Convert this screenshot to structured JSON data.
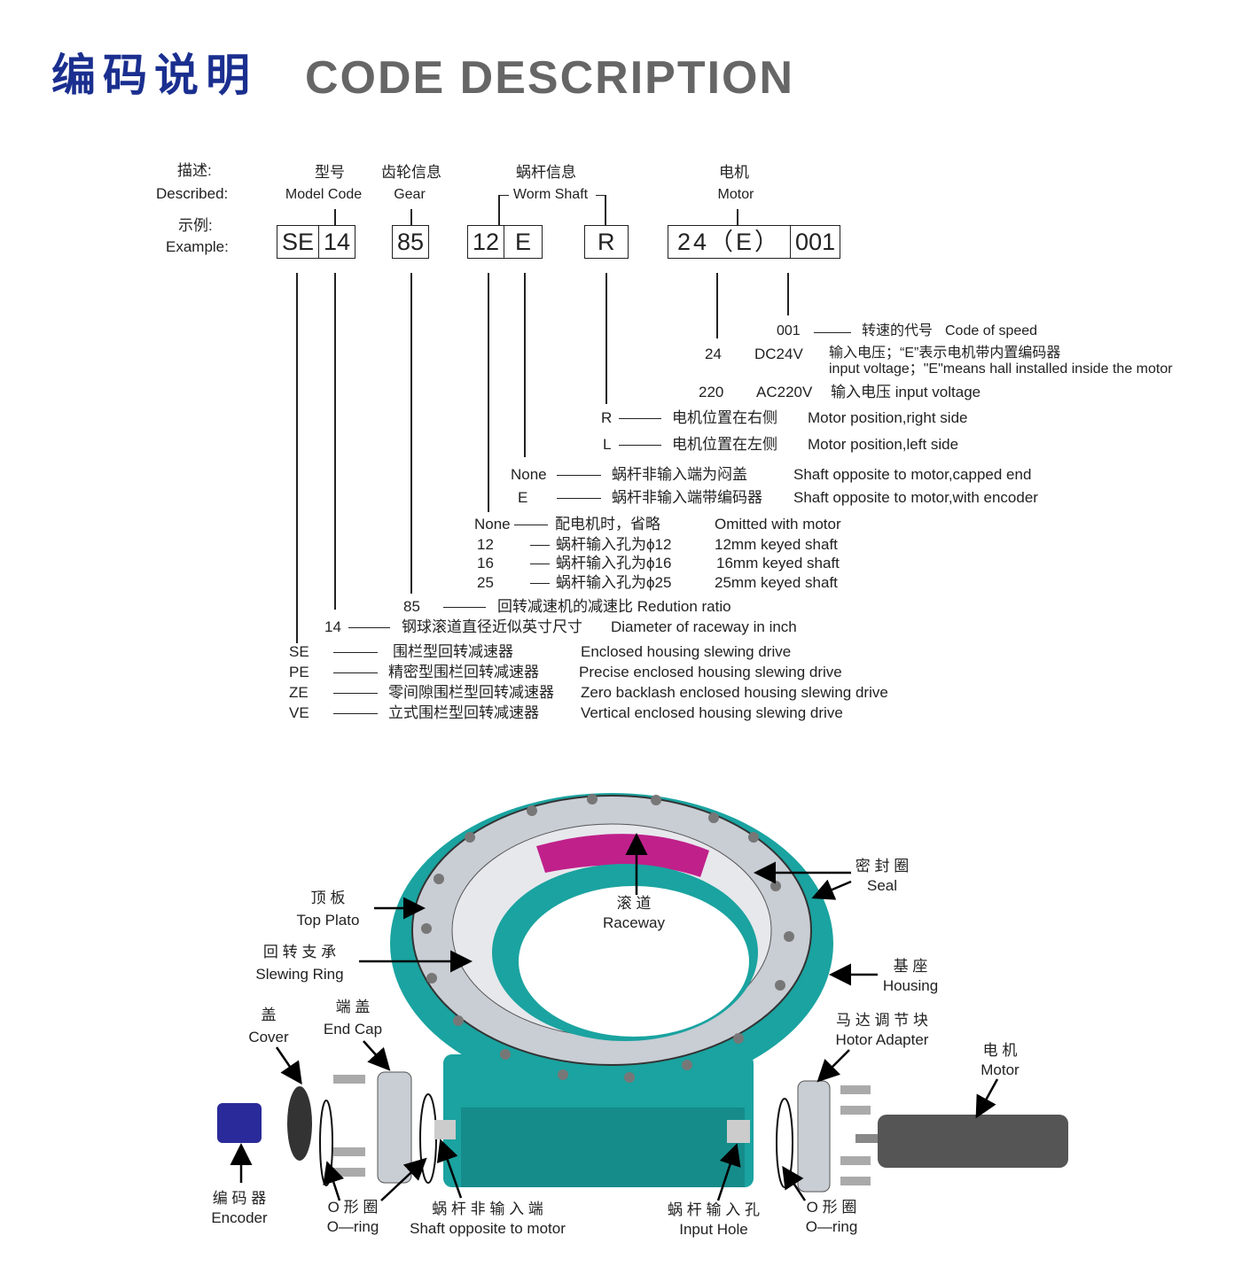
{
  "title": {
    "cn": "编码说明",
    "en": "CODE DESCRIPTION"
  },
  "header": {
    "described_cn": "描述:",
    "described_en": "Described:",
    "example_cn": "示例:",
    "example_en": "Example:",
    "model_cn": "型号",
    "model_en": "Model Code",
    "gear_cn": "齿轮信息",
    "gear_en": "Gear",
    "worm_cn": "蜗杆信息",
    "worm_en": "Worm Shaft",
    "motor_cn": "电机",
    "motor_en": "Motor"
  },
  "example": {
    "model_type": "SE",
    "model_size": "14",
    "gear": "85",
    "worm_input": "12",
    "worm_end": "E",
    "motor_pos": "R",
    "motor_voltage": "24（E）",
    "motor_speed": "001"
  },
  "codes": {
    "speed": {
      "code": "001",
      "cn": "转速的代号",
      "en": "Code of speed"
    },
    "v24": {
      "code": "24",
      "volt": "DC24V",
      "cn": "输入电压；“E”表示电机带内置编码器",
      "en": "input voltage；\"E\"means hall installed inside the motor"
    },
    "v220": {
      "code": "220",
      "volt": "AC220V",
      "cn": "输入电压  input voltage"
    },
    "pos_r": {
      "code": "R",
      "cn": "电机位置在右侧",
      "en": "Motor position,right side"
    },
    "pos_l": {
      "code": "L",
      "cn": "电机位置在左侧",
      "en": "Motor position,left side"
    },
    "end_none": {
      "code": "None",
      "cn": "蜗杆非输入端为闷盖",
      "en": "Shaft opposite to motor,capped end"
    },
    "end_e": {
      "code": "E",
      "cn": "蜗杆非输入端带编码器",
      "en": "Shaft opposite to motor,with encoder"
    },
    "in_none": {
      "code": "None",
      "cn": "配电机时，省略",
      "en": "Omitted with motor"
    },
    "in_12": {
      "code": "12",
      "cn": "蜗杆输入孔为ϕ12",
      "en": "12mm keyed shaft"
    },
    "in_16": {
      "code": "16",
      "cn": "蜗杆输入孔为ϕ16",
      "en": "16mm keyed shaft"
    },
    "in_25": {
      "code": "25",
      "cn": "蜗杆输入孔为ϕ25",
      "en": "25mm keyed shaft"
    },
    "ratio": {
      "code": "85",
      "cn": "回转减速机的减速比  Redution ratio"
    },
    "size": {
      "code": "14",
      "cn": "钢球滚道直径近似英寸尺寸",
      "en": "Diameter of raceway in inch"
    },
    "se": {
      "code": "SE",
      "cn": "围栏型回转减速器",
      "en": "Enclosed housing slewing drive"
    },
    "pe": {
      "code": "PE",
      "cn": "精密型围栏回转减速器",
      "en": "Precise enclosed housing slewing drive"
    },
    "ze": {
      "code": "ZE",
      "cn": "零间隙围栏型回转减速器",
      "en": "Zero backlash enclosed housing slewing drive"
    },
    "ve": {
      "code": "VE",
      "cn": "立式围栏型回转减速器",
      "en": "Vertical enclosed housing slewing drive"
    }
  },
  "parts": {
    "top_plate": {
      "cn": "顶 板",
      "en": "Top Plato"
    },
    "slewing_ring": {
      "cn": "回 转 支 承",
      "en": "Slewing Ring"
    },
    "raceway": {
      "cn": "滚 道",
      "en": "Raceway"
    },
    "seal": {
      "cn": "密 封 圈",
      "en": "Seal"
    },
    "housing": {
      "cn": "基 座",
      "en": "Housing"
    },
    "hotor_adapter": {
      "cn": "马 达 调 节 块",
      "en": "Hotor  Adapter"
    },
    "motor": {
      "cn": "电 机",
      "en": "Motor"
    },
    "cover": {
      "cn": "盖",
      "en": "Cover"
    },
    "end_cap": {
      "cn": "端 盖",
      "en": "End Cap"
    },
    "encoder": {
      "cn": "编 码 器",
      "en": "Encoder"
    },
    "oring_left": {
      "cn": "O 形 圈",
      "en": "O—ring"
    },
    "shaft_opposite": {
      "cn": "蜗 杆 非 输 入 端",
      "en": "Shaft opposite to motor"
    },
    "input_hole": {
      "cn": "蜗 杆 输 入 孔",
      "en": "Input  Hole"
    },
    "oring_right": {
      "cn": "O 形 圈",
      "en": "O—ring"
    }
  },
  "colors": {
    "title_cn": "#1a2f8f",
    "title_en": "#666666",
    "housing": "#1aa3a0",
    "ring": "#c9cdd4",
    "raceway": "#c0208a",
    "encoder": "#2a2a9a",
    "motor": "#555555"
  }
}
